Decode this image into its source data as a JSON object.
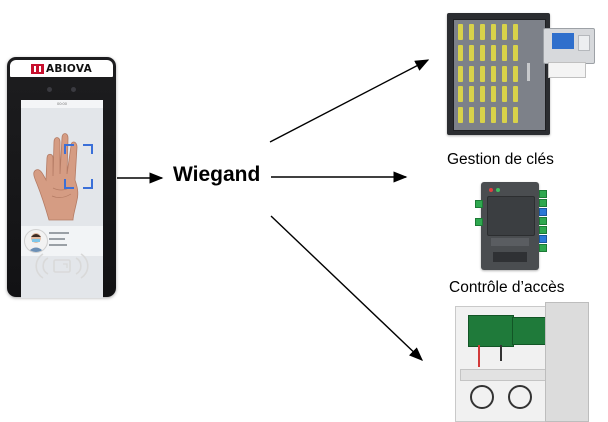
{
  "reader": {
    "brand": "ABIOVA",
    "status_text": "00:00",
    "icon": "fingerprint-reader"
  },
  "connector": {
    "label": "Wiegand"
  },
  "targets": [
    {
      "label": "Gestion de clés",
      "icon": "key-cabinet-icon"
    },
    {
      "label": "Contrôle d’accès",
      "icon": "access-controller-icon"
    },
    {
      "label": "",
      "icon": "alarm-panel-icon"
    }
  ],
  "colors": {
    "reader_body": "#1d1d1f",
    "brand_red": "#c8102e",
    "arrow": "#000000",
    "cabinet": "#2b2d31",
    "key_tag": "#d8d24a"
  }
}
